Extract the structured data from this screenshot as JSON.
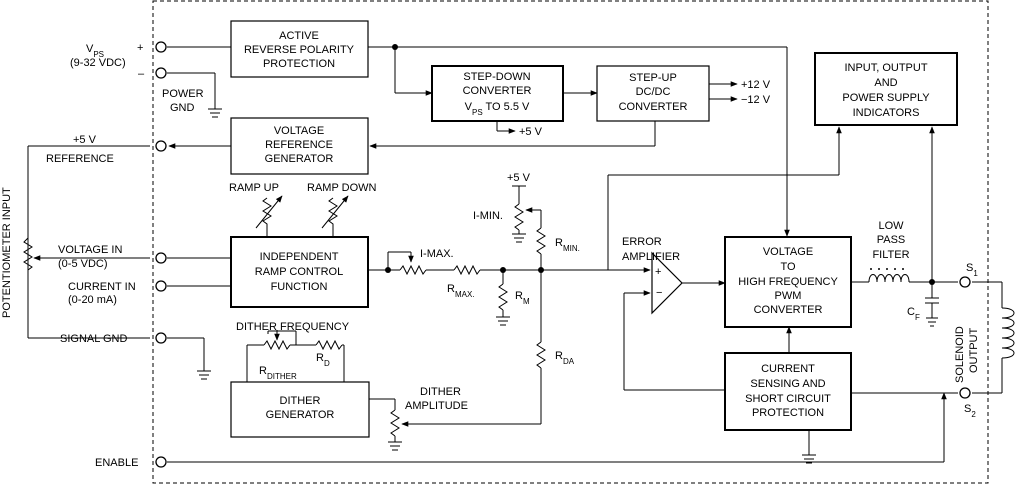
{
  "inputs": {
    "vps": "V",
    "vps_sub": "PS",
    "vps_range": "(9-32 VDC)",
    "plus": "+",
    "minus": "–",
    "power_gnd_1": "POWER",
    "power_gnd_2": "GND",
    "ref_5v": "+5 V",
    "reference": "REFERENCE",
    "voltage_in": "VOLTAGE IN",
    "voltage_in_range": "(0-5 VDC)",
    "current_in": "CURRENT IN",
    "current_in_range": "(0-20 mA)",
    "signal_gnd": "SIGNAL GND",
    "enable": "ENABLE",
    "potentiometer": "POTENTIOMETER INPUT"
  },
  "blocks": {
    "protection": [
      "ACTIVE",
      "REVERSE POLARITY",
      "PROTECTION"
    ],
    "stepdown": [
      "STEP-DOWN",
      "CONVERTER"
    ],
    "stepdown_l3a": "V",
    "stepdown_l3sub": "PS",
    "stepdown_l3b": " TO 5.5 V",
    "stepup": [
      "STEP-UP",
      "DC/DC",
      "CONVERTER"
    ],
    "vref": [
      "VOLTAGE",
      "REFERENCE",
      "GENERATOR"
    ],
    "ramp": [
      "INDEPENDENT",
      "RAMP CONTROL",
      "FUNCTION"
    ],
    "dither": [
      "DITHER",
      "GENERATOR"
    ],
    "pwm": [
      "VOLTAGE",
      "TO",
      "HIGH FREQUENCY",
      "PWM",
      "CONVERTER"
    ],
    "current": [
      "CURRENT",
      "SENSING AND",
      "SHORT CIRCUIT",
      "PROTECTION"
    ],
    "indicators": [
      "INPUT, OUTPUT",
      "AND",
      "POWER SUPPLY",
      "INDICATORS"
    ]
  },
  "labels": {
    "plus12": "+12 V",
    "minus12": "−12 V",
    "plus5_stepdown": "+5 V",
    "ramp_up": "RAMP UP",
    "ramp_down": "RAMP DOWN",
    "plus5_top": "+5 V",
    "imin": "I-MIN.",
    "imax": "I-MAX.",
    "r_letter": "R",
    "rmin_sub": "MIN.",
    "rmax_sub": "MAX.",
    "rm_sub": "M",
    "rda_sub": "DA",
    "rdither_sub": "DITHER",
    "rd_sub": "D",
    "error_1": "ERROR",
    "error_2": "AMPLIFIER",
    "opamp_plus": "+",
    "opamp_minus": "−",
    "dither_freq": "DITHER FREQUENCY",
    "dither_amp_1": "DITHER",
    "dither_amp_2": "AMPLITUDE",
    "filter": [
      "LOW",
      "PASS",
      "FILTER"
    ],
    "cf": "C",
    "cf_sub": "F",
    "s1": "S",
    "s1_sub": "1",
    "s2": "S",
    "s2_sub": "2",
    "solenoid": "SOLENOID",
    "output": "OUTPUT"
  }
}
